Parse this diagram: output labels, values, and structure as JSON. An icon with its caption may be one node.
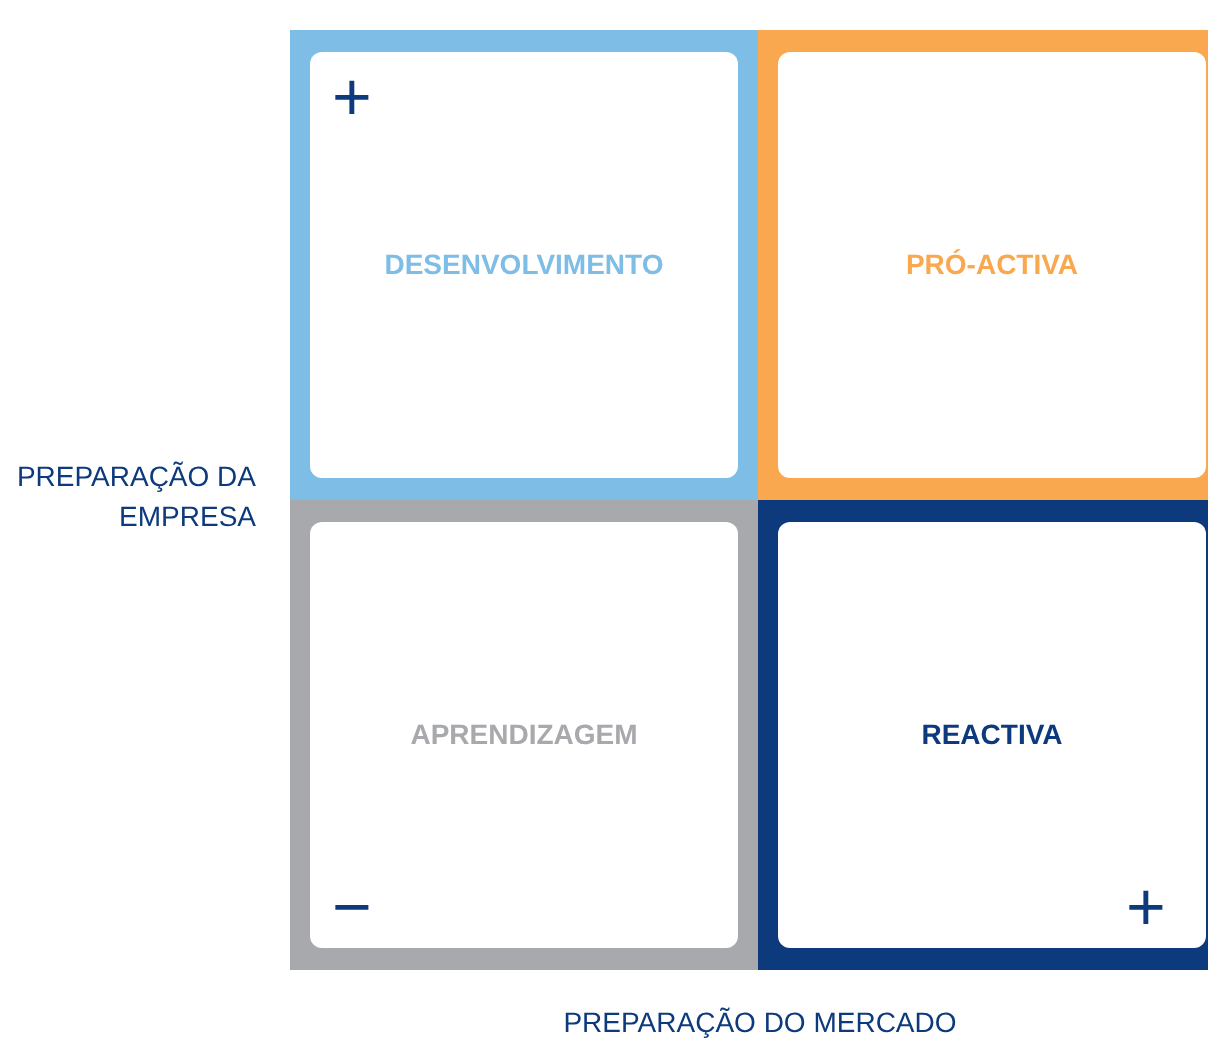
{
  "diagram": {
    "nodes": [
      {
        "text": [
          "DESENVOLVIMENTO"
        ]
      },
      {
        "text": [
          "PRÓ-ACTIVA"
        ]
      },
      {
        "text": [
          "APRENDIZAGEM"
        ]
      },
      {
        "text": [
          "REACTIVA"
        ]
      }
    ],
    "labels": [
      "+",
      "PREPARAÇÃO DA EMPRESA",
      "−",
      "+",
      "PREPARAÇÃO DO MERCADO"
    ]
  }
}
